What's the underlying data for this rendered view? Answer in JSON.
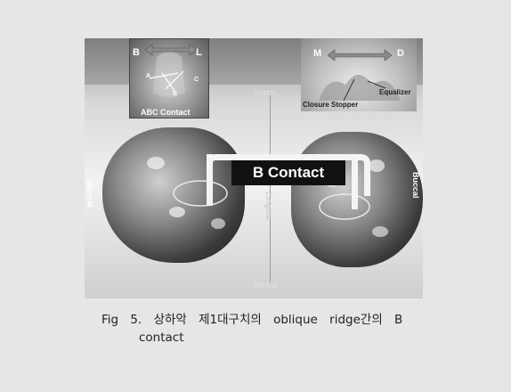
{
  "figure": {
    "inset_left": {
      "b": "B",
      "l": "L",
      "a": "A",
      "bb": "B",
      "c": "C",
      "caption": "ABC Contact"
    },
    "inset_right": {
      "m": "M",
      "d": "D",
      "equalizer": "Equalizer",
      "closure": "Closure Stopper"
    },
    "distal": "Distal",
    "mesial": "Mesial",
    "buccal_left": "Buccal",
    "buccal_right": "Buccal",
    "lingual": "Lingual",
    "b_contact": "B Contact"
  },
  "caption": {
    "line1": "Fig 5. 상하악 제1대구치의 oblique ridge간의 B",
    "line2": "contact"
  }
}
